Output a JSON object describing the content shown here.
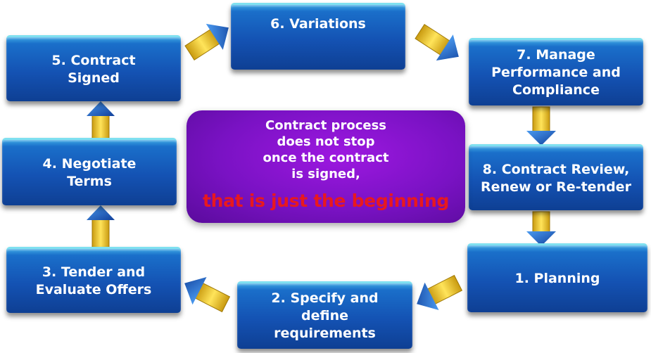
{
  "steps": [
    {
      "label": "5.  Contract\nSigned"
    },
    {
      "label": "6. Variations"
    },
    {
      "label": "7.  Manage\nPerformance and\nCompliance"
    },
    {
      "label": "4.  Negotiate\nTerms"
    },
    {
      "label": "8.  Contract Review,\nRenew or Re-tender"
    },
    {
      "label": "3.  Tender and\nEvaluate Offers"
    },
    {
      "label": "1.    Planning"
    },
    {
      "label": "2.  Specify and\ndefine\nrequirements"
    }
  ],
  "center": {
    "text": "Contract process\ndoes not stop\nonce the contract\nis signed,",
    "emphasis": "that is just the beginning"
  },
  "colors": {
    "box": "#1452b3",
    "center": "#7a12c4",
    "emphasis": "#e8191e",
    "arrow": "#f5cf2a",
    "arrow_head": "#1a5fd0"
  }
}
